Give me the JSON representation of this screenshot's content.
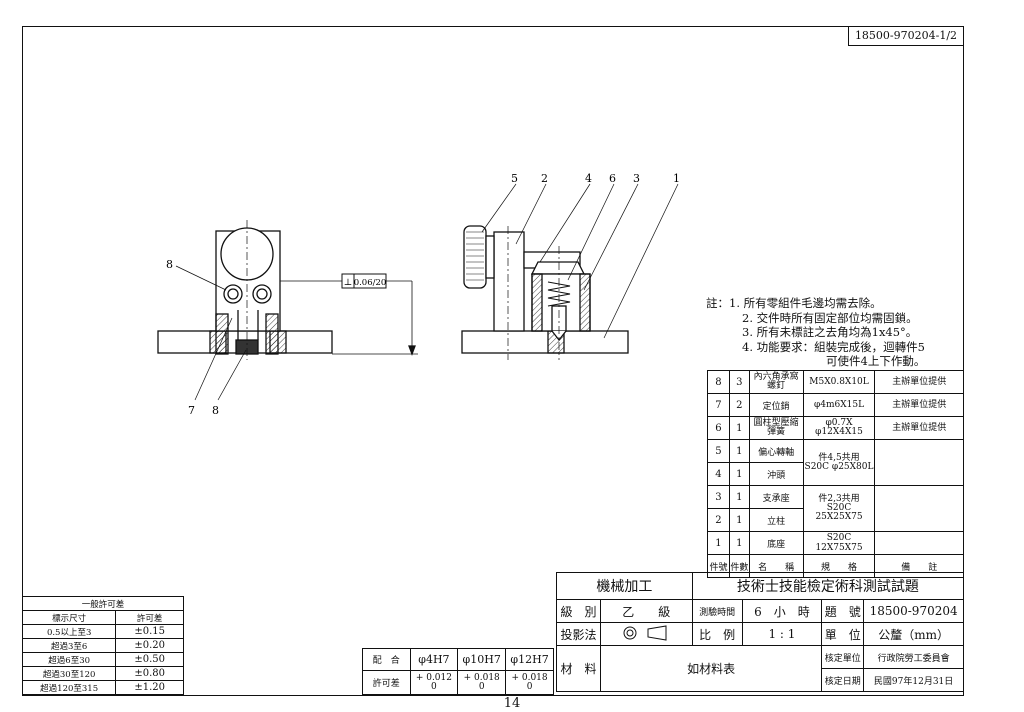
{
  "drawing_number": "18500-970204-1/2",
  "page_number": "14",
  "balloons_front": [
    "8",
    "7",
    "8"
  ],
  "balloons_side": [
    "5",
    "2",
    "4",
    "6",
    "3",
    "1"
  ],
  "tolerance_frame": {
    "symbol": "⊥",
    "value": "0.06/20"
  },
  "notes": {
    "prefix": "註：",
    "items": [
      "1. 所有零組件毛邊均需去除。",
      "2. 交件時所有固定部位均需固鎖。",
      "3. 所有未標註之去角均為1x45°。",
      "4. 功能要求：組裝完成後，迴轉件5",
      "可使件4上下作動。"
    ]
  },
  "bom": {
    "rows": [
      {
        "no": "8",
        "qty": "3",
        "name": "內六角承窩螺釘",
        "spec": "M5X0.8X10L",
        "note": "主辦單位提供"
      },
      {
        "no": "7",
        "qty": "2",
        "name": "定位銷",
        "spec": "φ4m6X15L",
        "note": "主辦單位提供"
      },
      {
        "no": "6",
        "qty": "1",
        "name": "圓柱型壓縮彈簧",
        "spec": "φ0.7X φ12X4X15",
        "note": "主辦單位提供"
      },
      {
        "no": "5",
        "qty": "1",
        "name": "偏心轉軸",
        "spec": "",
        "note": ""
      },
      {
        "no": "4",
        "qty": "1",
        "name": "沖頭",
        "spec": "",
        "note": ""
      },
      {
        "no": "3",
        "qty": "1",
        "name": "支承座",
        "spec": "",
        "note": ""
      },
      {
        "no": "2",
        "qty": "1",
        "name": "立柱",
        "spec": "",
        "note": ""
      },
      {
        "no": "1",
        "qty": "1",
        "name": "底座",
        "spec": "S20C 12X75X75",
        "note": ""
      }
    ],
    "merged_specs": [
      {
        "line1": "件4,5共用",
        "line2": "S20C φ25X80L"
      },
      {
        "line1": "件2,3共用",
        "line2": "S20C 25X25X75"
      }
    ],
    "header": {
      "no": "件號",
      "qty": "件數",
      "name": "名　　稱",
      "spec": "規　　格",
      "note": "備　　註"
    }
  },
  "title_block": {
    "dept": "機械加工",
    "title": "技術士技能檢定術科測試試題",
    "grade_label": "級　別",
    "grade_value": "乙　　級",
    "time_label": "測驗時間",
    "time_value": "6　小　時",
    "qno_label": "題　號",
    "qno_value": "18500-970204",
    "proj_label": "投影法",
    "scale_label": "比　例",
    "scale_value": "1 : 1",
    "unit_label": "單　位",
    "unit_value": "公釐（mm）",
    "material_label": "材　料",
    "material_value": "如材料表",
    "approve_unit_label": "核定單位",
    "approve_unit_value": "行政院勞工委員會",
    "approve_date_label": "核定日期",
    "approve_date_value": "民國97年12月31日"
  },
  "fit_table": {
    "row1_label": "配　合",
    "row2_label": "許可差",
    "fits": [
      "φ4H7",
      "φ10H7",
      "φ12H7"
    ],
    "upper": [
      "+ 0.012",
      "+ 0.018",
      "+ 0.018"
    ],
    "lower": [
      "0",
      "0",
      "0"
    ]
  },
  "general_tolerance": {
    "title": "一般許可差",
    "col1": "標示尺寸",
    "col2": "許可差",
    "rows": [
      {
        "size": "0.5以上至3",
        "tol": "±0.15"
      },
      {
        "size": "超過3至6",
        "tol": "±0.20"
      },
      {
        "size": "超過6至30",
        "tol": "±0.50"
      },
      {
        "size": "超過30至120",
        "tol": "±0.80"
      },
      {
        "size": "超過120至315",
        "tol": "±1.20"
      }
    ]
  }
}
